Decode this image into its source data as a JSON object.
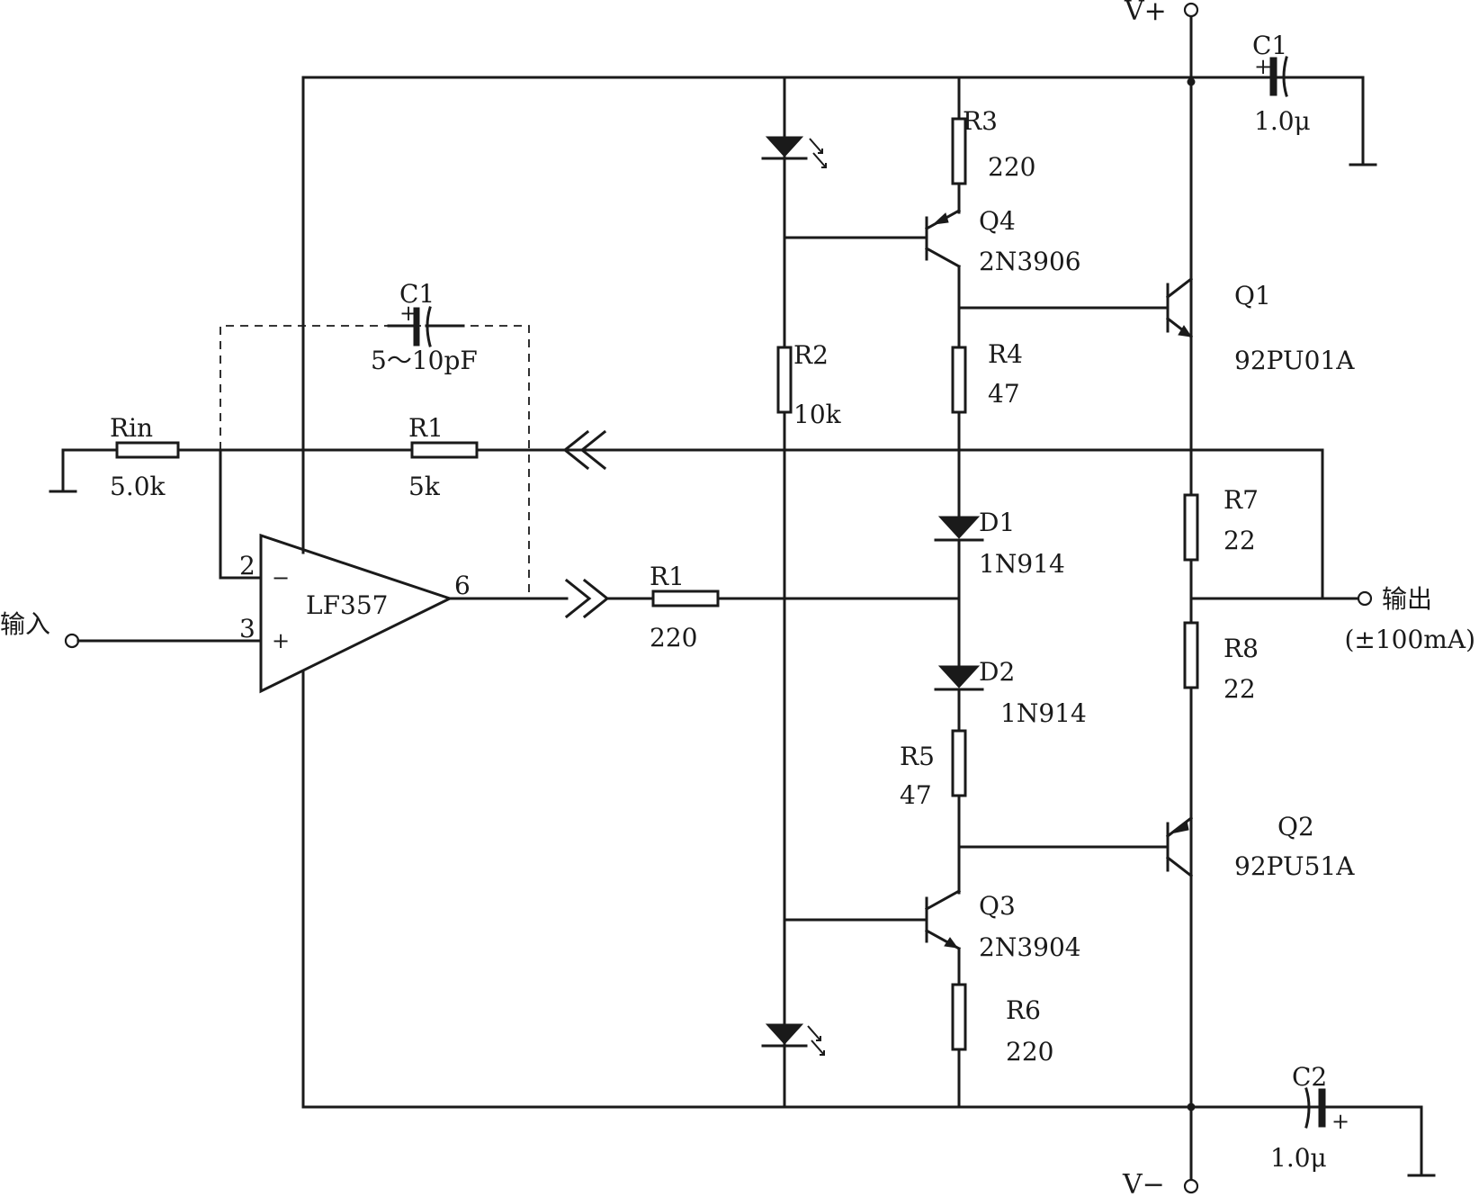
{
  "supply": {
    "vplus": "V+",
    "vminus": "V−"
  },
  "opamp": {
    "name": "LF357",
    "pin_inv": "2",
    "pin_noninv": "3",
    "pin_out": "6",
    "sign_minus": "−",
    "sign_plus": "+"
  },
  "input": {
    "label": "输入"
  },
  "output": {
    "label": "输出",
    "current": "(±100mA)"
  },
  "components": {
    "rin": {
      "ref": "Rin",
      "value": "5.0k"
    },
    "r1_fb": {
      "ref": "R1",
      "value": "5k"
    },
    "c1_fb": {
      "ref": "C1",
      "value": "5～10pF"
    },
    "r1_out": {
      "ref": "R1",
      "value": "220"
    },
    "r2": {
      "ref": "R2",
      "value": "10k"
    },
    "r3": {
      "ref": "R3",
      "value": "220"
    },
    "r4": {
      "ref": "R4",
      "value": "47"
    },
    "r5": {
      "ref": "R5",
      "value": "47"
    },
    "r6": {
      "ref": "R6",
      "value": "220"
    },
    "r7": {
      "ref": "R7",
      "value": "22"
    },
    "r8": {
      "ref": "R8",
      "value": "22"
    },
    "d1": {
      "ref": "D1",
      "value": "1N914"
    },
    "d2": {
      "ref": "D2",
      "value": "1N914"
    },
    "q1": {
      "ref": "Q1",
      "value": "92PU01A"
    },
    "q2": {
      "ref": "Q2",
      "value": "92PU51A"
    },
    "q3": {
      "ref": "Q3",
      "value": "2N3904"
    },
    "q4": {
      "ref": "Q4",
      "value": "2N3906"
    },
    "c1_sup": {
      "ref": "C1",
      "value": "1.0μ"
    },
    "c2_sup": {
      "ref": "C2",
      "value": "1.0μ"
    }
  }
}
